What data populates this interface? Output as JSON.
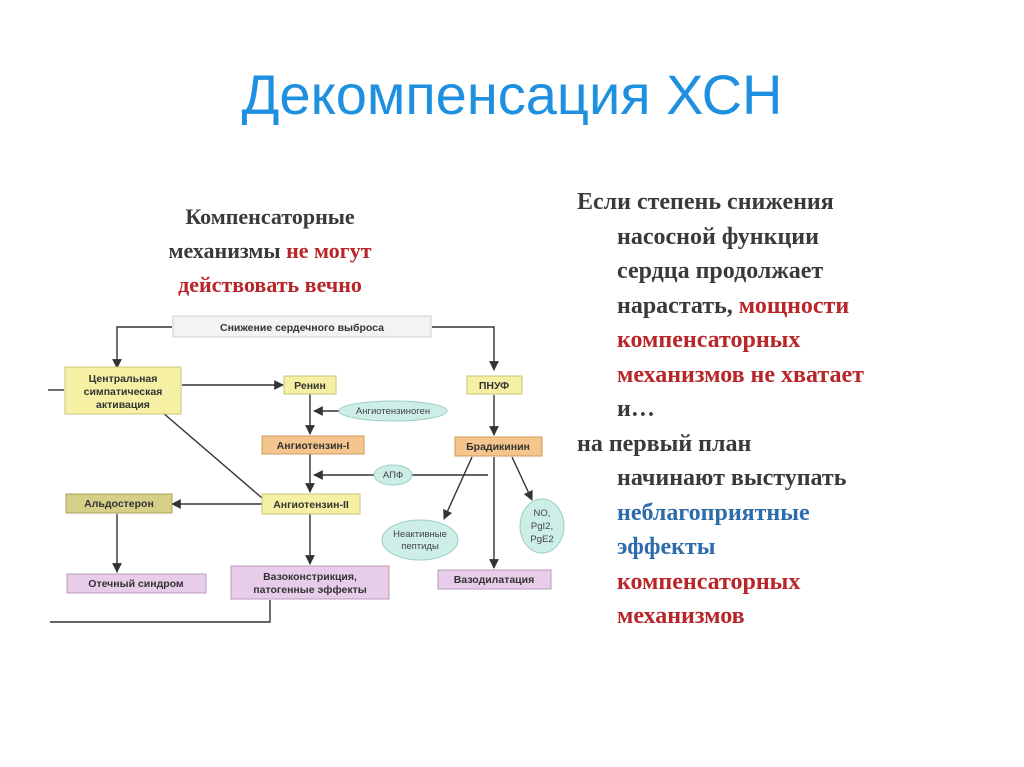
{
  "title": "Декомпенсация ХСН",
  "left_heading": {
    "line1": "Компенсаторные",
    "line2_a": "механизмы ",
    "line2_b": "не могут",
    "line3": "действовать вечно"
  },
  "right_text": {
    "l1": "Если степень снижения",
    "l2": "насосной функции",
    "l3": "сердца продолжает",
    "l4_a": "нарастать, ",
    "l4_b": "мощности",
    "l5": "компенсаторных",
    "l6": "механизмов не хватает",
    "l7": "и…",
    "l8": "на первый план",
    "l9": "начинают выступать",
    "l10": "неблагоприятные",
    "l11": "эффекты",
    "l12": "компенсаторных",
    "l13": "механизмов"
  },
  "diagram": {
    "cardiac_output": "Снижение сердечного выброса",
    "central_line1": "Центральная",
    "central_line2": "симпатическая",
    "central_line3": "активация",
    "renin": "Ренин",
    "pnuf": "ПНУФ",
    "angiotensinogen": "Ангиотензиноген",
    "angiotensin1": "Ангиотензин-I",
    "bradykinin": "Брадикинин",
    "apf": "АПФ",
    "aldosterone": "Альдостерон",
    "angiotensin2": "Ангиотензин-II",
    "inactive_line1": "Неактивные",
    "inactive_line2": "пептиды",
    "no_line1": "NO,",
    "no_line2": "PgI2,",
    "no_line3": "PgE2",
    "edema": "Отечный синдром",
    "vasoconstriction_line1": "Вазоконстрикция,",
    "vasoconstriction_line2": "патогенные эффекты",
    "vasodilation": "Вазодилатация"
  },
  "colors": {
    "title": "#1f8fe0",
    "emphasis_red": "#b8262a",
    "emphasis_blue": "#2c6cab",
    "box_yellow": "#f6f0a4",
    "box_olive": "#d6cf88",
    "box_orange": "#f4c58d",
    "box_pink": "#e7cde9",
    "ellipse_teal": "#cdeee6"
  }
}
